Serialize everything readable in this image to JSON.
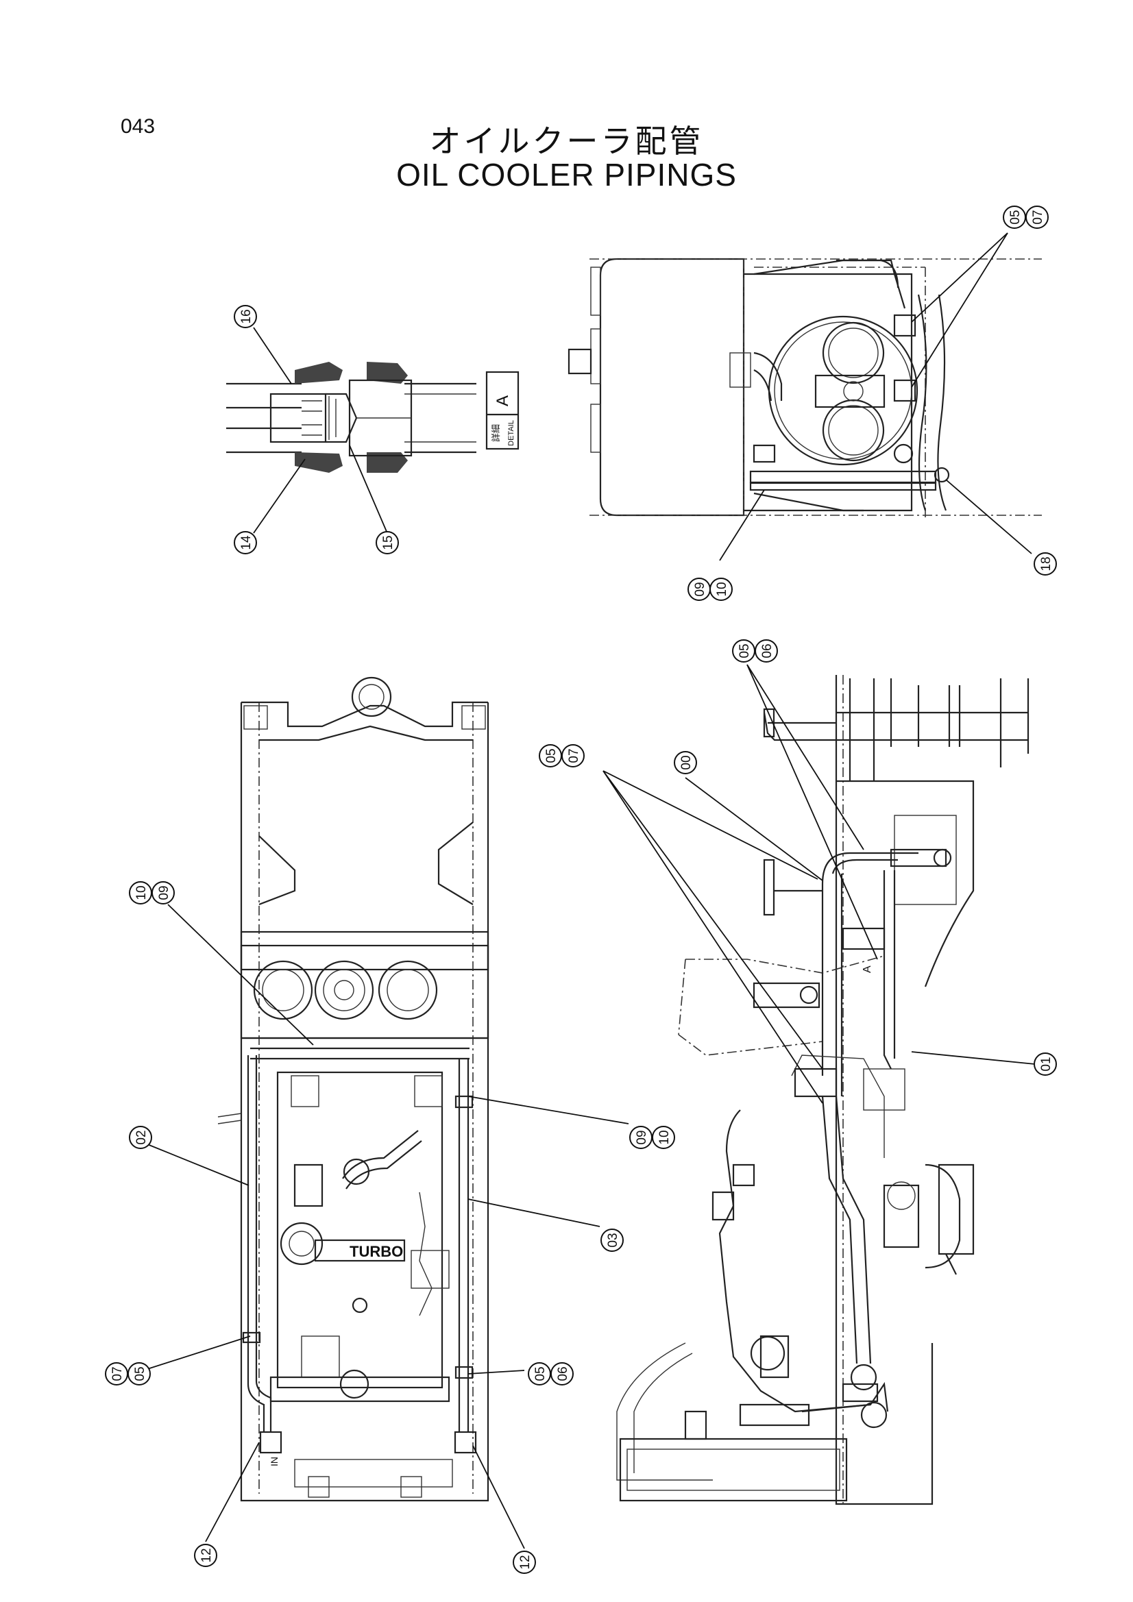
{
  "page_number": "043",
  "title": {
    "jp": "オイルクーラ配管",
    "en": "OIL COOLER PIPINGS"
  },
  "detail_tag": {
    "jp": "詳細",
    "en": "DETAIL",
    "letter": "A"
  },
  "view_marker": "A",
  "engine_text": "TURBO",
  "engine_side_marker": "IN",
  "views": [
    {
      "name": "detail-a-section",
      "callouts": [
        "16",
        "14",
        "15"
      ]
    },
    {
      "name": "top-view-detail",
      "callouts": [
        "05",
        "07",
        "18",
        "09",
        "10"
      ]
    },
    {
      "name": "plan-view",
      "callouts": [
        "10",
        "09",
        "02",
        "09",
        "10",
        "03",
        "05",
        "06",
        "07",
        "05",
        "12",
        "12"
      ]
    },
    {
      "name": "side-view",
      "callouts": [
        "05",
        "06",
        "00",
        "05",
        "07",
        "01"
      ]
    }
  ]
}
